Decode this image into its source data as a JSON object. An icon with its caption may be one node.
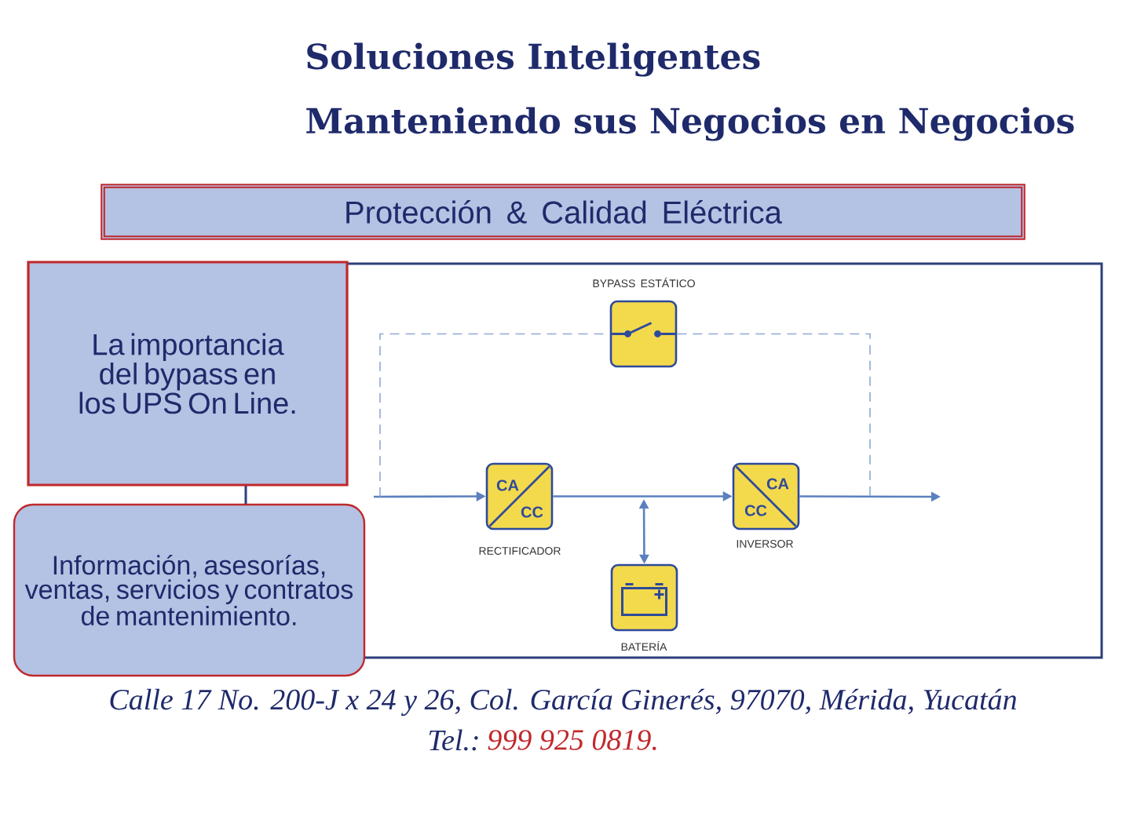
{
  "diagram": {
    "title": "Protección & Calidad Eléctrica",
    "nodes": [
      {
        "text": [
          "La importancia del bypass en los UPS On Line."
        ]
      },
      {
        "text": [
          "Información, asesorías, ventas, servicios y contratos de mantenimiento."
        ]
      },
      {
        "text": [],
        "shape": "box",
        "beside": [
          "BYPASS ESTÁTICO"
        ]
      },
      {
        "text": [
          "CA",
          "CC"
        ],
        "beside": [
          "RECTIFICADOR"
        ]
      },
      {
        "text": [
          "CA",
          "CC"
        ],
        "beside": [
          "INVERSOR"
        ]
      },
      {
        "text": [],
        "shape": "box",
        "beside": [
          "BATERÍA"
        ]
      }
    ],
    "edges": [
      {
        "from": null,
        "to": 3,
        "arrow": "to"
      },
      {
        "from": 3,
        "to": 4,
        "arrow": "to"
      },
      {
        "from": 4,
        "to": null,
        "arrow": "to"
      },
      {
        "from": null,
        "to": 5,
        "arrow": "both"
      },
      {
        "from": null,
        "to": 2,
        "arrow": "none",
        "style": "dashed"
      },
      {
        "from": 2,
        "to": null,
        "arrow": "none",
        "style": "dashed"
      }
    ],
    "labels": [
      "Soluciones Inteligentes",
      "Manteniendo sus Negocios en Negocios",
      "Calle 17 No. 200-J x 24 y 26, Col. García Ginerés, 97070, Mérida, Yucatán",
      "Tel.:",
      "999 925 0819."
    ]
  }
}
